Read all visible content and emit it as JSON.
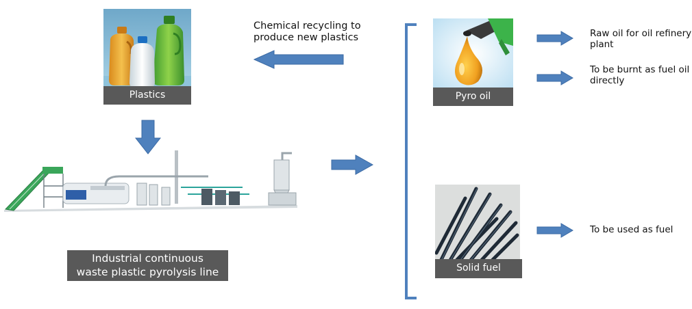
{
  "colors": {
    "arrow_fill": "#4f81bd",
    "arrow_stroke": "#3b6aa4",
    "bracket": "#4f81bd",
    "label_bg": "#595959"
  },
  "nodes": {
    "plastics": {
      "label": "Plastics",
      "image": "plastic-bottles-photo"
    },
    "pyrolysis_line": {
      "label_line1": "Industrial continuous",
      "label_line2": "waste plastic pyrolysis line",
      "image": "pyrolysis-plant-photo"
    },
    "pyro_oil": {
      "label": "Pyro oil",
      "image": "oil-drop-nozzle-photo"
    },
    "solid_fuel": {
      "label": "Solid fuel",
      "image": "carbon-rods-photo"
    }
  },
  "annotations": {
    "recycling_line1": "Chemical recycling to",
    "recycling_line2": "produce new plastics"
  },
  "outputs": {
    "raw_oil_line1": "Raw oil for oil refinery",
    "raw_oil_line2": "plant",
    "fuel_oil_line1": "To be burnt as fuel oil",
    "fuel_oil_line2": "directly",
    "solid_fuel_use": "To be used as fuel"
  }
}
